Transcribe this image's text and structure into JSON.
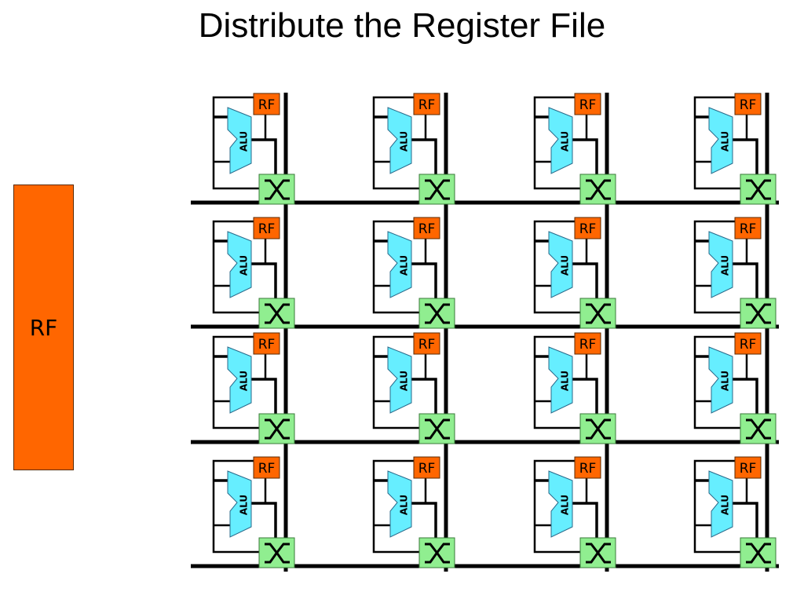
{
  "slide": {
    "title": "Distribute the Register File"
  },
  "centralized_register_file": {
    "label": "RF"
  },
  "distributed_array": {
    "rows": 4,
    "columns": 4,
    "tile": {
      "register_file_label": "RF",
      "alu_label": "ALU",
      "switch_icon": "crossbar-switch-icon"
    }
  },
  "colors": {
    "register_file": "#ff6600",
    "alu": "#66eeff",
    "switch": "#90ee90",
    "wire": "#000000"
  }
}
